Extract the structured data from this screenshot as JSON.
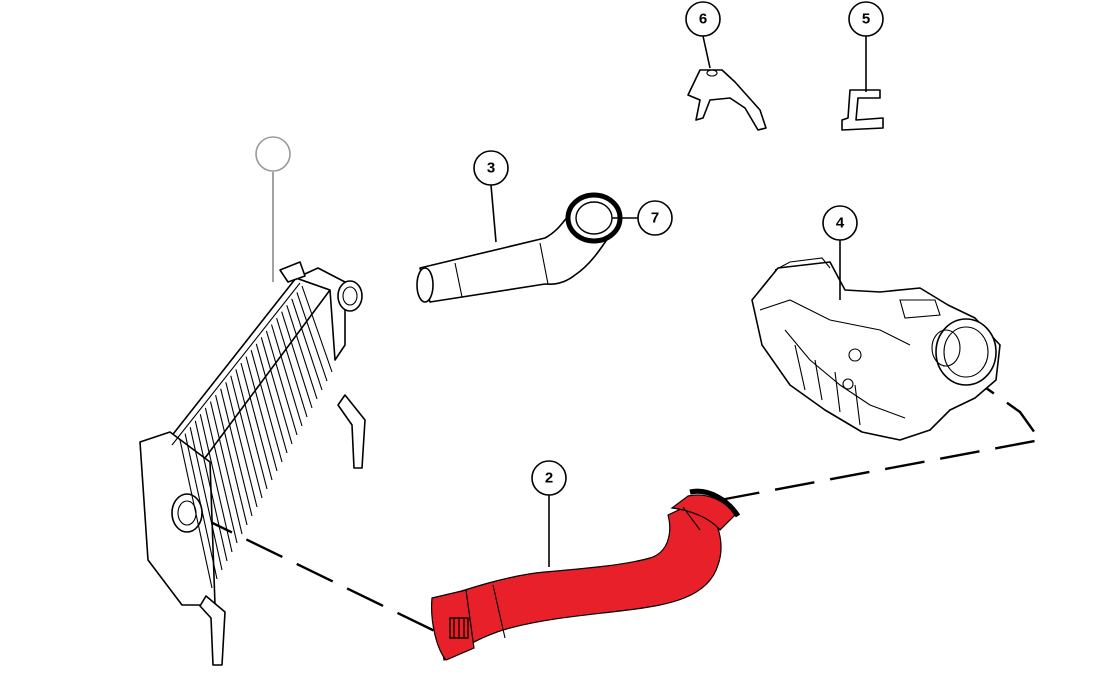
{
  "diagram": {
    "highlight_color": "#e8202a",
    "line_color": "#000000",
    "background": "#ffffff",
    "callouts": [
      {
        "id": "c1",
        "label": ""
      },
      {
        "id": "c2",
        "label": "2"
      },
      {
        "id": "c3",
        "label": "3"
      },
      {
        "id": "c4",
        "label": "4"
      },
      {
        "id": "c5",
        "label": "5"
      },
      {
        "id": "c6",
        "label": "6"
      },
      {
        "id": "c7",
        "label": "7"
      }
    ]
  }
}
